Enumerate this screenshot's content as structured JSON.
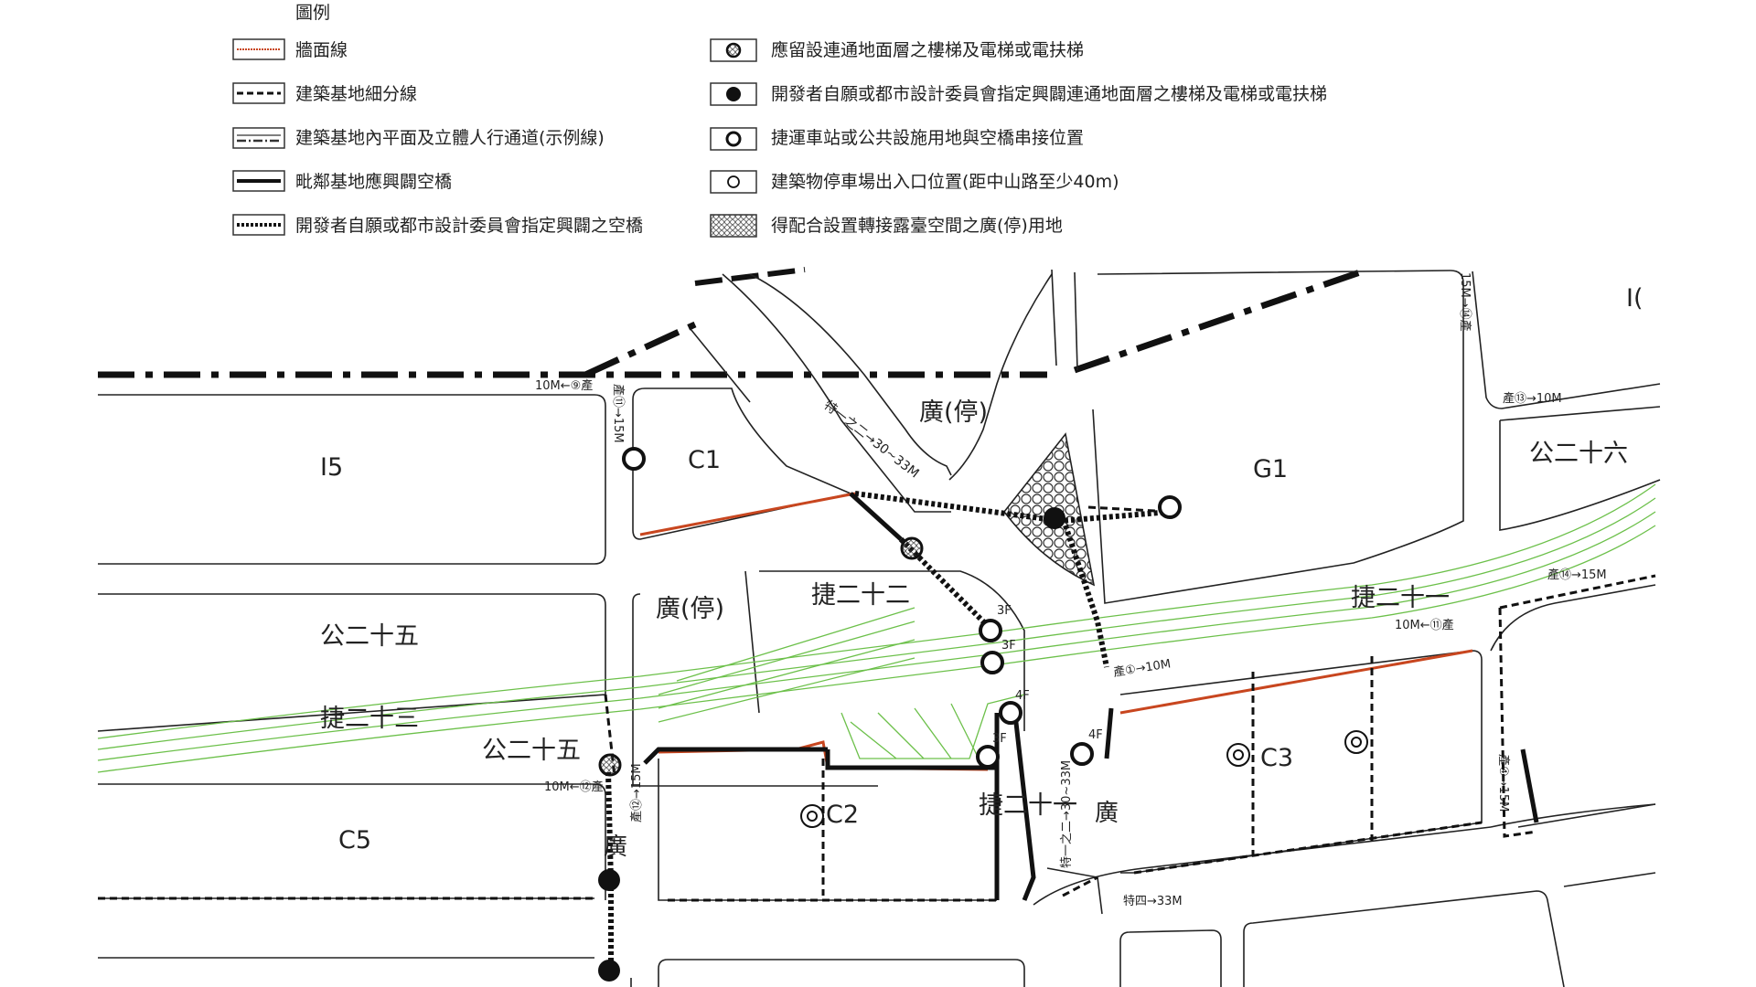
{
  "legend": {
    "title": "圖例",
    "items": [
      {
        "label": "牆面線",
        "symbol": "wall-line"
      },
      {
        "label": "建築基地細分線",
        "symbol": "subdivision-line"
      },
      {
        "label": "建築基地內平面及立體人行通道(示例線)",
        "symbol": "walkway-line"
      },
      {
        "label": "毗鄰基地應興闢空橋",
        "symbol": "skybridge-required"
      },
      {
        "label": "開發者自願或都市設計委員會指定興闢之空橋",
        "symbol": "skybridge-volunteer"
      },
      {
        "label": "應留設連通地面層之樓梯及電梯或電扶梯",
        "symbol": "stair-reserved"
      },
      {
        "label": "開發者自願或都市設計委員會指定興闢連通地面層之樓梯及電梯或電扶梯",
        "symbol": "stair-volunteer"
      },
      {
        "label": "捷運車站或公共設施用地與空橋串接位置",
        "symbol": "mrt-connection"
      },
      {
        "label": "建築物停車場出入口位置(距中山路至少40m)",
        "symbol": "parking-entrance"
      },
      {
        "label": "得配合設置轉接露臺空間之廣(停)用地",
        "symbol": "plaza-terrace"
      }
    ]
  },
  "map": {
    "blocks": {
      "i5": "I5",
      "c1": "C1",
      "g1": "G1",
      "gong26": "公二十六",
      "gong25_left": "公二十五",
      "gong25_lower": "公二十五",
      "guang_top": "廣(停)",
      "guang_mid": "廣(停)",
      "jie22": "捷二十二",
      "jie21_right": "捷二十一",
      "jie23": "捷二十三",
      "jie21_lower": "捷二十一",
      "c2": "C2",
      "c3": "C3",
      "c5": "C5",
      "guang_side": "廣",
      "guang_lower_left": "廣",
      "i_partial": "I("
    },
    "road_labels": {
      "r1": "10M←⑨產",
      "r2": "產⑪→15M",
      "r3": "產⑬→10M",
      "r4": "特一之二→30~33M",
      "r5": "15M→⑭產",
      "r6": "產⑭→15M",
      "r7": "10M←⑪產",
      "r8": "產①→10M",
      "r9": "特一之二→30~33M",
      "r10": "10M←⑫產",
      "r11": "產⑫→15M",
      "r12": "產④→15M",
      "r13": "特四→33M"
    },
    "floor_labels": {
      "f1": "3F",
      "f2": "3F",
      "f3": "4F",
      "f4": "3F",
      "f5": "4F"
    },
    "colors": {
      "wall_line": "#c8461f",
      "green_track": "#6cc04a",
      "line": "#111111"
    }
  }
}
